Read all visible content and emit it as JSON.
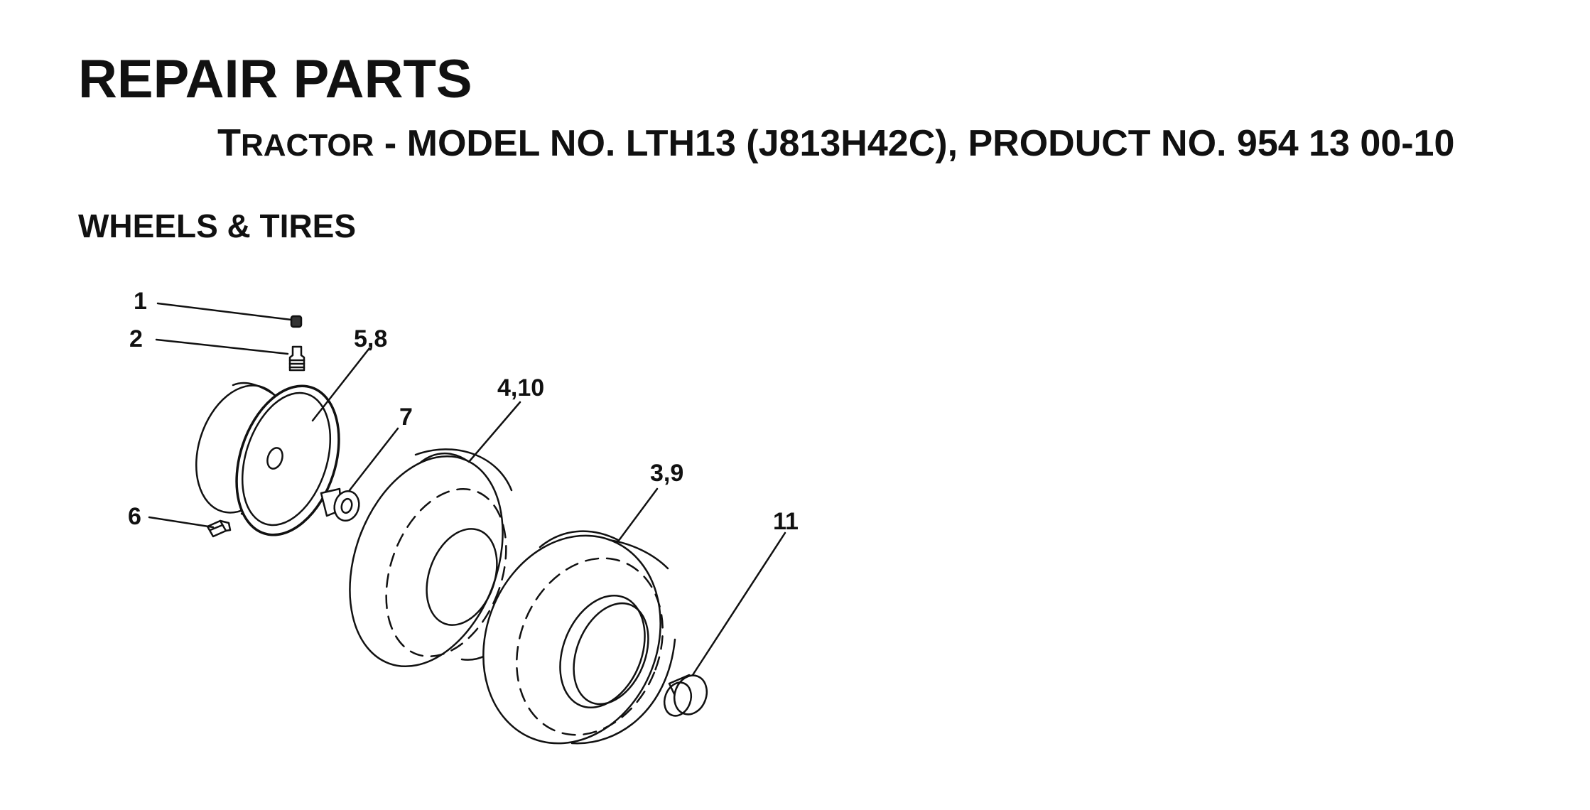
{
  "header": {
    "title": "REPAIR PARTS",
    "subtitle_first_letter": "T",
    "subtitle_smallcaps": "RACTOR",
    "subtitle_rest": " - MODEL NO. LTH13 (J813H42C), PRODUCT NO. 954 13 00-10"
  },
  "section": {
    "title": "WHEELS & TIRES"
  },
  "callouts": {
    "c1": "1",
    "c2": "2",
    "c5_8": "5,8",
    "c7": "7",
    "c4_10": "4,10",
    "c3_9": "3,9",
    "c6": "6",
    "c11": "11"
  },
  "colors": {
    "ink": "#111111",
    "paper": "#ffffff"
  }
}
